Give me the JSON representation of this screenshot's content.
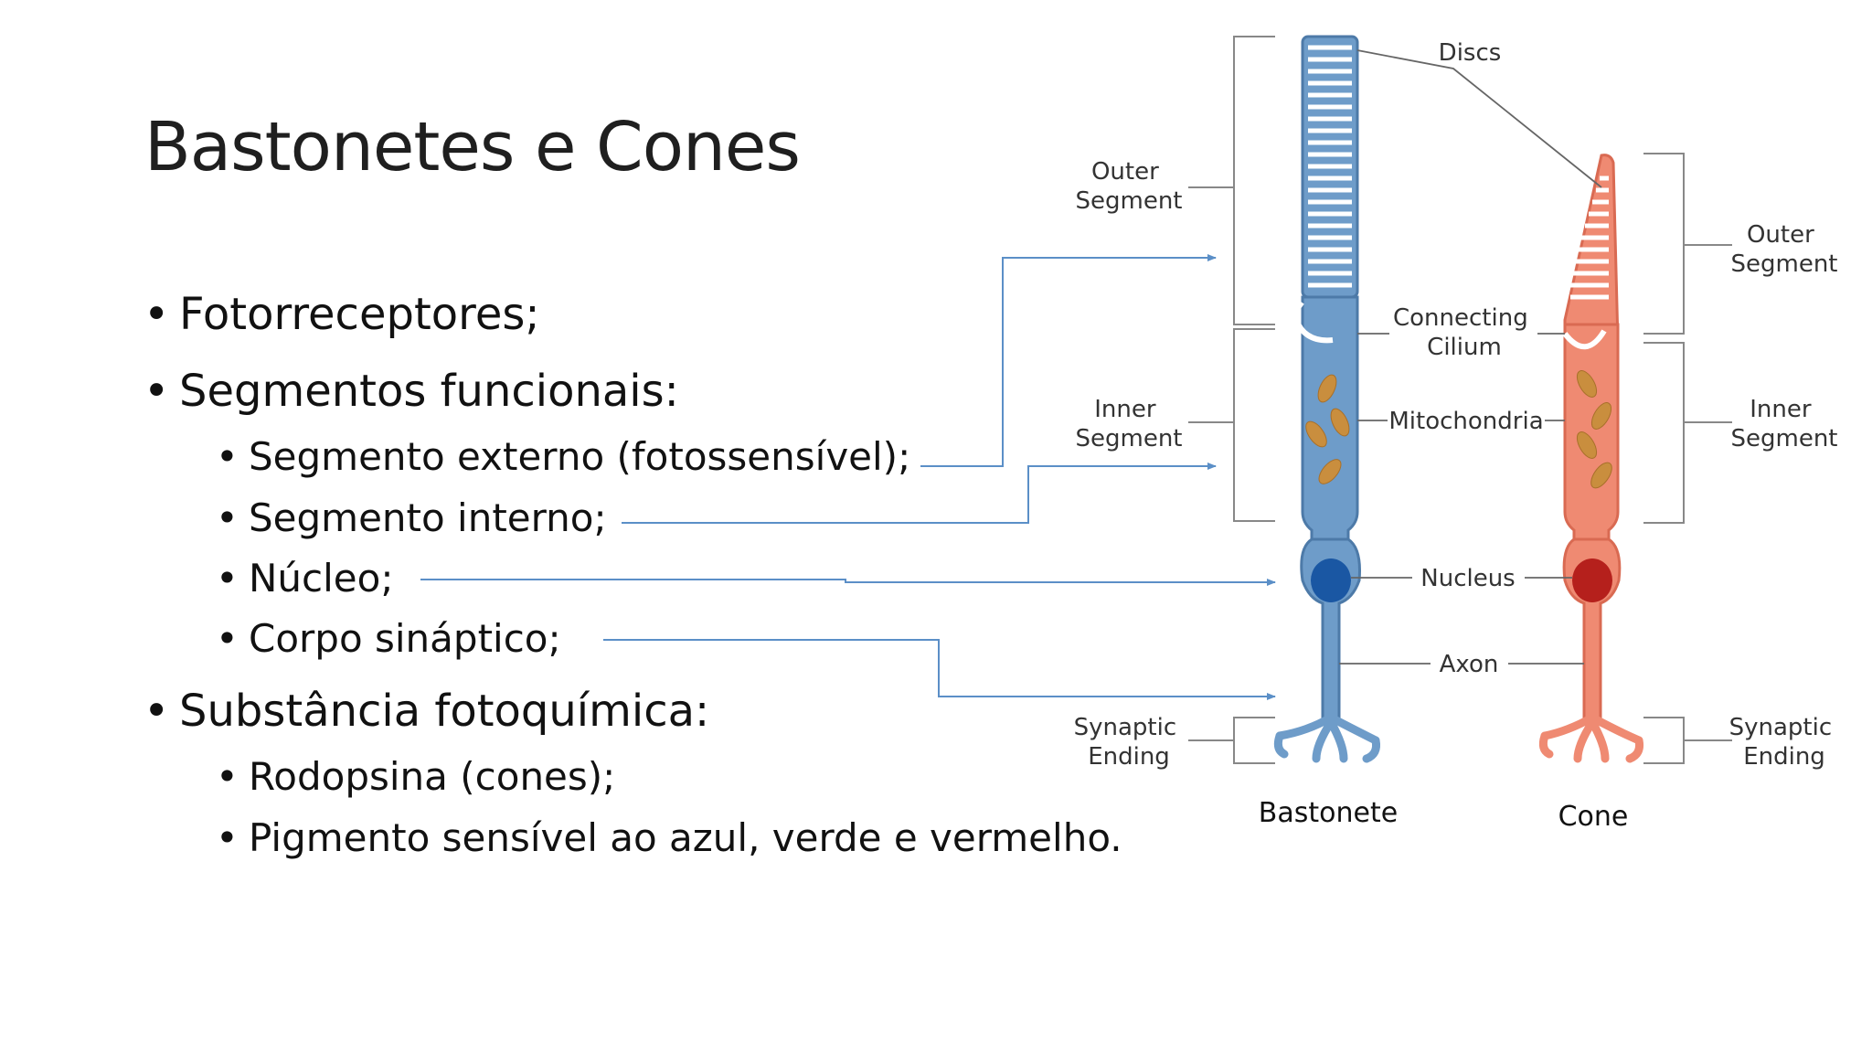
{
  "slide": {
    "title": "Bastonetes e Cones"
  },
  "bullets": [
    {
      "text": "Fotorreceptores;"
    },
    {
      "text": "Segmentos funcionais:"
    },
    {
      "text": "Segmento externo (fotossensível);"
    },
    {
      "text": "Segmento interno;"
    },
    {
      "text": "Núcleo;"
    },
    {
      "text": "Corpo sináptico;"
    },
    {
      "text": "Substância fotoquímica:"
    },
    {
      "text": "Rodopsina (cones);"
    },
    {
      "text": "Pigmento sensível ao azul, verde e vermelho."
    }
  ],
  "bullet_char": "•",
  "diagram": {
    "labels": {
      "outer_segment_left_1": "Outer",
      "outer_segment_left_2": "Segment",
      "inner_segment_left_1": "Inner",
      "inner_segment_left_2": "Segment",
      "synaptic_left_1": "Synaptic",
      "synaptic_left_2": "Ending",
      "outer_segment_right_1": "Outer",
      "outer_segment_right_2": "Segment",
      "inner_segment_right_1": "Inner",
      "inner_segment_right_2": "Segment",
      "synaptic_right_1": "Synaptic",
      "synaptic_right_2": "Ending",
      "discs": "Discs",
      "connecting_1": "Connecting",
      "connecting_2": "Cilium",
      "mitochondria": "Mitochondria",
      "nucleus": "Nucleus",
      "axon": "Axon"
    },
    "captions": {
      "rod": "Bastonete",
      "cone": "Cone"
    },
    "colors": {
      "rod": "#6e9cc9",
      "rod_outline": "#4d7aa8",
      "rod_nucleus": "#1a57a3",
      "cone": "#ef8a72",
      "cone_outline": "#d96a52",
      "cone_nucleus": "#b5201c",
      "mitochondria": "#c98e3e",
      "arrow": "#5b8fc7"
    }
  }
}
